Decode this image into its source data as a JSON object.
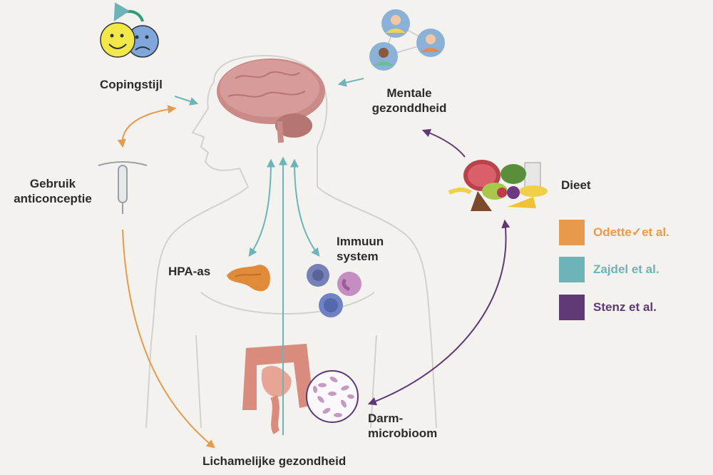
{
  "labels": {
    "coping": "Copingstijl",
    "mental_1": "Mentale",
    "mental_2": "gezonddheid",
    "contraception_1": "Gebruik",
    "contraception_2": "anticonceptie",
    "diet": "Dieet",
    "hpa": "HPA-as",
    "immune_1": "Immuun",
    "immune_2": "system",
    "microbiome_1": "Darm-",
    "microbiome_2": "microbioom",
    "physical": "Lichamelijke gezondheid"
  },
  "legend": [
    {
      "label": "Odette✓et al.",
      "color": "#e89a4c"
    },
    {
      "label": "Zajdel et al.",
      "color": "#6cb4b8"
    },
    {
      "label": "Stenz et al.",
      "color": "#5e3975"
    }
  ],
  "colors": {
    "background": "#f3f2ee",
    "odette": "#e89a4c",
    "zajdel": "#6cb4b8",
    "stenz": "#5e3975",
    "brain": "#c98a88",
    "body_outline": "#d6d4d0"
  },
  "icons": [
    "coping-faces-icon",
    "social-network-icon",
    "iud-icon",
    "food-icon",
    "brain-icon",
    "adrenal-gland-icon",
    "immune-cells-icon",
    "intestine-icon",
    "microbiome-circle-icon"
  ]
}
